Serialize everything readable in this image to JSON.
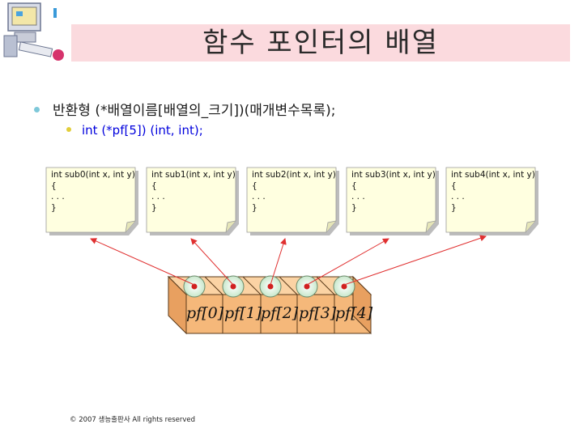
{
  "title": "함수 포인터의 배열",
  "bullets": [
    {
      "text": "반환형 (*배열이름[배열의_크기])(매개변수목록);"
    },
    {
      "text": "int (*pf[5]) (int, int);"
    }
  ],
  "functions": [
    {
      "text": "int sub0(int x, int y)\n{\n. . .\n}"
    },
    {
      "text": "int sub1(int x, int y)\n{\n. . .\n}"
    },
    {
      "text": "int sub2(int x, int y)\n{\n. . .\n}"
    },
    {
      "text": "int sub3(int x, int y)\n{\n. . .\n}"
    },
    {
      "text": "int sub4(int x, int y)\n{\n. . .\n}"
    }
  ],
  "array_slots": [
    "pf[0]",
    "pf[1]",
    "pf[2]",
    "pf[3]",
    "pf[4]"
  ],
  "footer": "© 2007 생능출판사 All rights reserved",
  "colors": {
    "title_bg": "#fbdade",
    "note_bg": "#ffffe0",
    "box_fill": "#f5b87a",
    "arrow": "#e03030"
  }
}
